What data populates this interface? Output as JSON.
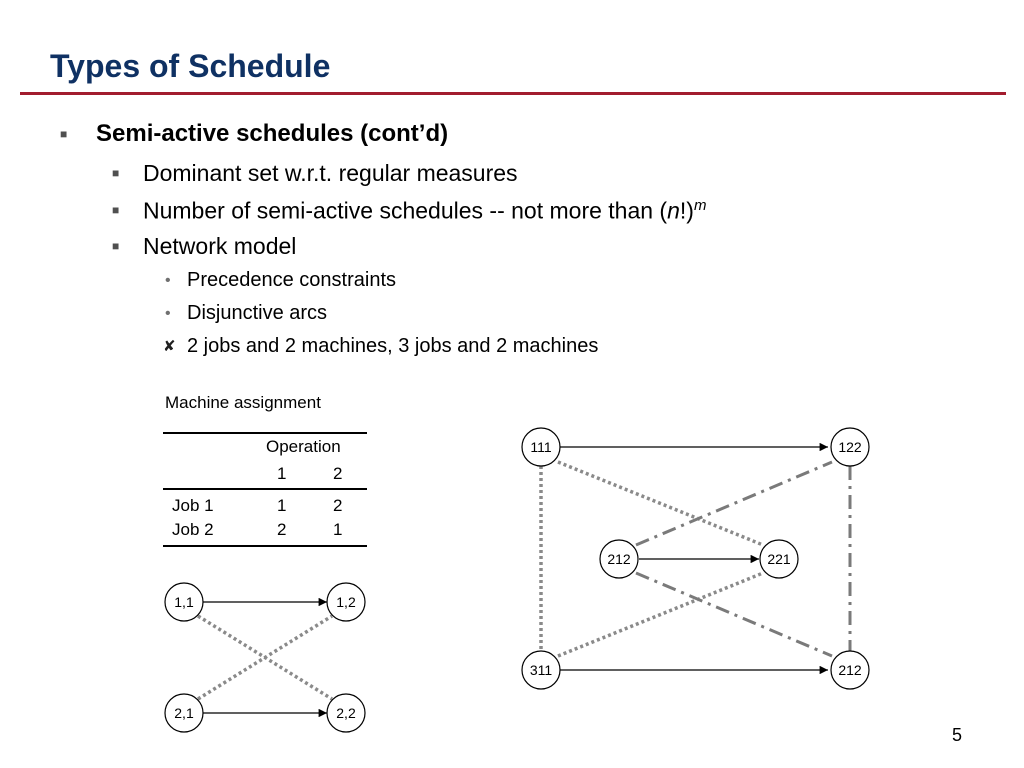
{
  "slide": {
    "title": "Types of Schedule",
    "page_number": "5",
    "accent_color": "#a21c2e",
    "title_color": "#0f3163"
  },
  "bullets": {
    "level1": "Semi-active schedules (cont’d)",
    "dominant": "Dominant set w.r.t. regular measures",
    "number_prefix": "Number of semi-active schedules -- not more than (",
    "number_n": "n",
    "number_bang": "!)",
    "number_m": "m",
    "network": "Network model",
    "precedence": "Precedence constraints",
    "disjunctive": "Disjunctive arcs",
    "examples": "2 jobs and 2 machines, 3 jobs and 2 machines"
  },
  "table": {
    "caption": "Machine assignment",
    "group_header": "Operation",
    "columns": [
      "1",
      "2"
    ],
    "rows": [
      {
        "label": "Job 1",
        "values": [
          "1",
          "2"
        ]
      },
      {
        "label": "Job 2",
        "values": [
          "2",
          "1"
        ]
      }
    ]
  },
  "small_graph": {
    "nodes": [
      "1,1",
      "1,2",
      "2,1",
      "2,2"
    ]
  },
  "large_graph": {
    "nodes": [
      "111",
      "122",
      "212",
      "221",
      "311",
      "212"
    ]
  }
}
